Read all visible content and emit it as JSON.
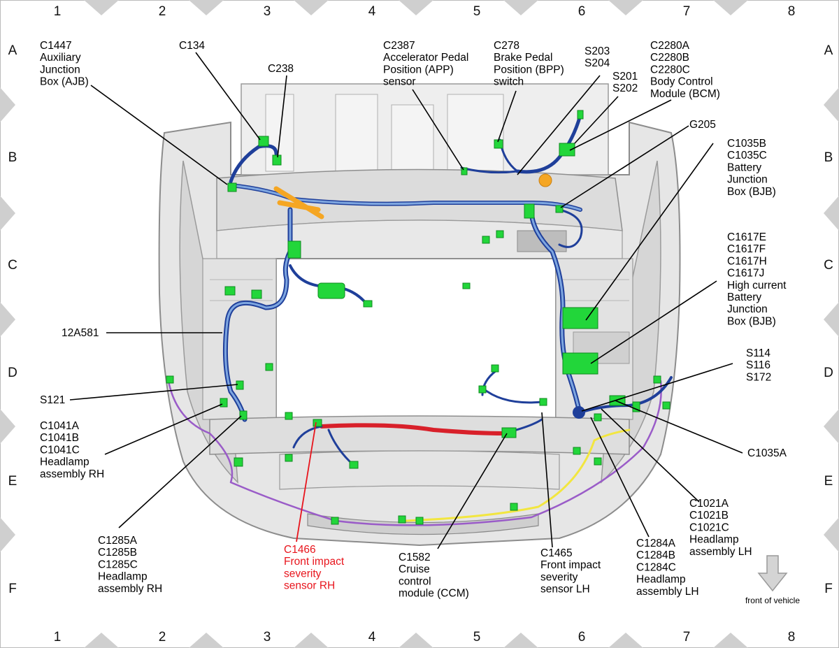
{
  "grid": {
    "columns": [
      "1",
      "2",
      "3",
      "4",
      "5",
      "6",
      "7",
      "8"
    ],
    "rows": [
      "A",
      "B",
      "C",
      "D",
      "E",
      "F"
    ]
  },
  "labels": [
    {
      "id": "c1447",
      "color": "black",
      "lines": [
        "C1447",
        "Auxiliary",
        "Junction",
        "Box (AJB)"
      ]
    },
    {
      "id": "c134",
      "color": "black",
      "lines": [
        "C134"
      ]
    },
    {
      "id": "c238",
      "color": "black",
      "lines": [
        "C238"
      ]
    },
    {
      "id": "c2387",
      "color": "black",
      "lines": [
        "C2387",
        "Accelerator Pedal",
        "Position (APP)",
        "sensor"
      ]
    },
    {
      "id": "c278",
      "color": "black",
      "lines": [
        "C278",
        "Brake Pedal",
        "Position (BPP)",
        "switch"
      ]
    },
    {
      "id": "s203",
      "color": "black",
      "lines": [
        "S203",
        "S204"
      ]
    },
    {
      "id": "s201",
      "color": "black",
      "lines": [
        "S201",
        "S202"
      ]
    },
    {
      "id": "c2280",
      "color": "black",
      "lines": [
        "C2280A",
        "C2280B",
        "C2280C",
        "Body Control",
        "Module (BCM)"
      ]
    },
    {
      "id": "g205",
      "color": "black",
      "lines": [
        "G205"
      ]
    },
    {
      "id": "c1035b",
      "color": "black",
      "lines": [
        "C1035B",
        "C1035C",
        "Battery",
        "Junction",
        "Box (BJB)"
      ]
    },
    {
      "id": "c1617",
      "color": "black",
      "lines": [
        "C1617E",
        "C1617F",
        "C1617H",
        "C1617J",
        "High current",
        "Battery",
        "Junction",
        "Box (BJB)"
      ]
    },
    {
      "id": "s114",
      "color": "black",
      "lines": [
        "S114",
        "S116",
        "S172"
      ]
    },
    {
      "id": "c1035a",
      "color": "black",
      "lines": [
        "C1035A"
      ]
    },
    {
      "id": "c1021",
      "color": "black",
      "lines": [
        "C1021A",
        "C1021B",
        "C1021C",
        "Headlamp",
        "assembly LH"
      ]
    },
    {
      "id": "c1284",
      "color": "black",
      "lines": [
        "C1284A",
        "C1284B",
        "C1284C",
        "Headlamp",
        "assembly LH"
      ]
    },
    {
      "id": "c1465",
      "color": "black",
      "lines": [
        "C1465",
        "Front impact",
        "severity",
        "sensor LH"
      ]
    },
    {
      "id": "c1582",
      "color": "black",
      "lines": [
        "C1582",
        "Cruise",
        "control",
        "module (CCM)"
      ]
    },
    {
      "id": "c1466",
      "color": "red",
      "lines": [
        "C1466",
        "Front impact",
        "severity",
        "sensor RH"
      ]
    },
    {
      "id": "c1285",
      "color": "black",
      "lines": [
        "C1285A",
        "C1285B",
        "C1285C",
        "Headlamp",
        "assembly RH"
      ]
    },
    {
      "id": "c1041",
      "color": "black",
      "lines": [
        "C1041A",
        "C1041B",
        "C1041C",
        "Headlamp",
        "assembly RH"
      ]
    },
    {
      "id": "s121",
      "color": "black",
      "lines": [
        "S121"
      ]
    },
    {
      "id": "12a581",
      "color": "black",
      "lines": [
        "12A581"
      ]
    }
  ],
  "front_arrow_label": "front of vehicle",
  "colors": {
    "harness_dark": "#1f3f9a",
    "harness_light": "#7ea6e0",
    "connector": "#22d63a",
    "orange": "#f5a623",
    "red_wire": "#d8202a",
    "purple_wire": "#9a5cc8",
    "yellow_wire": "#f2e640",
    "leader_red": "#e8141c",
    "body_fill": "#e6e6e6",
    "body_stroke": "#8c8c8c",
    "border_triangle": "#cfcfcf"
  }
}
